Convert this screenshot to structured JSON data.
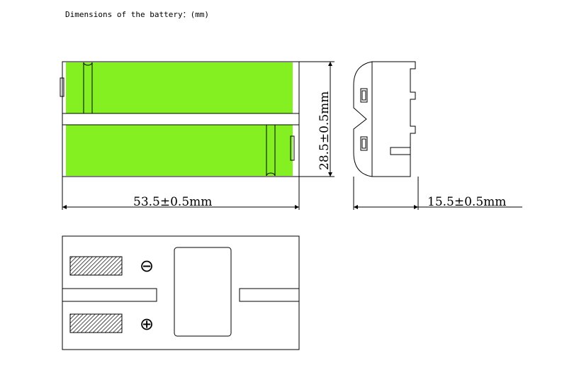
{
  "title": "Dimensions of the battery：(mm)",
  "dimensions": {
    "length": "53.5±0.5mm",
    "height": "28.5±0.5mm",
    "thickness": "15.5±0.5mm"
  },
  "terminals": {
    "negative": "⊖",
    "positive": "⊕"
  },
  "colors": {
    "cell_green": "#84f021",
    "line": "#000000"
  }
}
